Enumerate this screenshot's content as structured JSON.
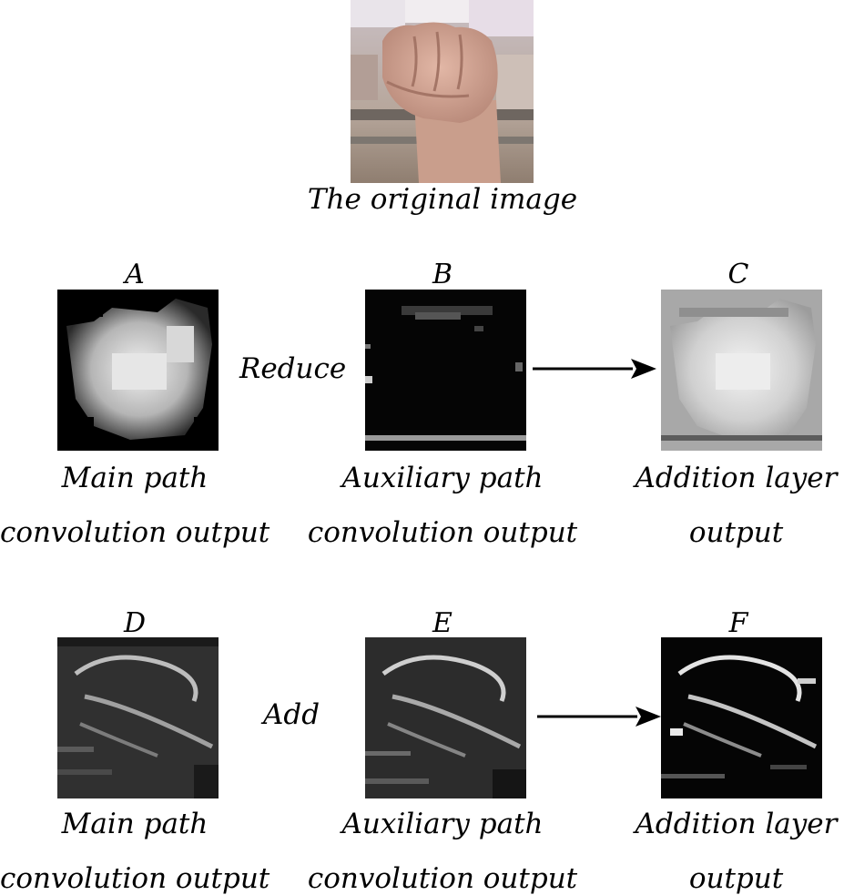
{
  "original": {
    "caption": "The original image"
  },
  "row1": {
    "operation": "Reduce",
    "panels": [
      {
        "letter": "A",
        "caption_line1": "Main path",
        "caption_line2": "convolution output"
      },
      {
        "letter": "B",
        "caption_line1": "Auxiliary path",
        "caption_line2": "convolution output"
      },
      {
        "letter": "C",
        "caption_line1": "Addition layer",
        "caption_line2": "output"
      }
    ]
  },
  "row2": {
    "operation": "Add",
    "panels": [
      {
        "letter": "D",
        "caption_line1": "Main path",
        "caption_line2": "convolution output"
      },
      {
        "letter": "E",
        "caption_line1": "Auxiliary path",
        "caption_line2": "convolution output"
      },
      {
        "letter": "F",
        "caption_line1": "Addition layer",
        "caption_line2": "output"
      }
    ]
  }
}
